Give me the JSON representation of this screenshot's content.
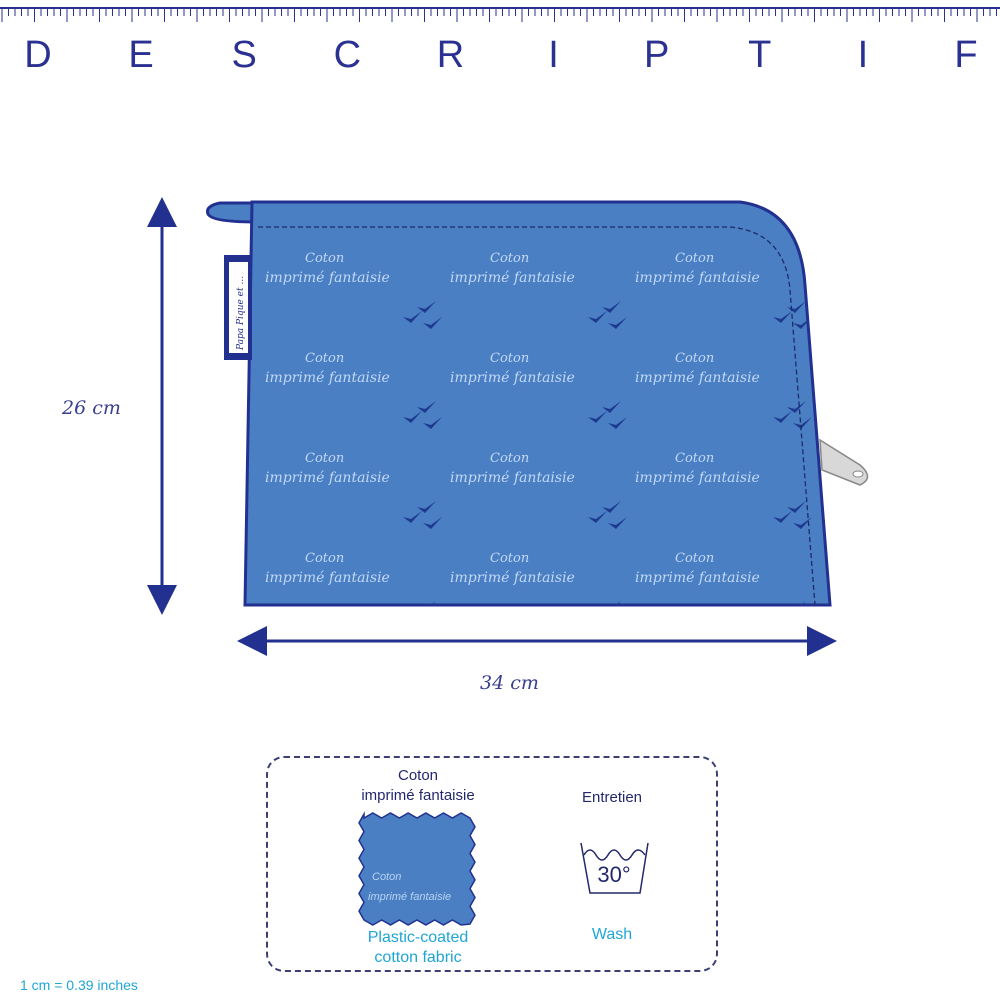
{
  "header": {
    "title_letters": [
      "D",
      "E",
      "S",
      "C",
      "R",
      "I",
      "P",
      "T",
      "I",
      "F"
    ]
  },
  "product": {
    "height_label": "26 cm",
    "width_label": "34 cm",
    "pattern_line1": "Coton",
    "pattern_line2": "imprimé fantaisie",
    "tag_text": "Papa Pique et ..."
  },
  "info_box": {
    "fabric_title_line1": "Coton",
    "fabric_title_line2": "imprimé fantaisie",
    "fabric_caption_line1": "Plastic-coated",
    "fabric_caption_line2": "cotton fabric",
    "care_title": "Entretien",
    "wash_temp": "30°",
    "care_caption": "Wash"
  },
  "footer": {
    "conversion": "1 cm = 0.39 inches"
  },
  "colors": {
    "navy": "#2a3190",
    "fabric": "#4a7fc4",
    "cyan": "#1fa5d6"
  }
}
